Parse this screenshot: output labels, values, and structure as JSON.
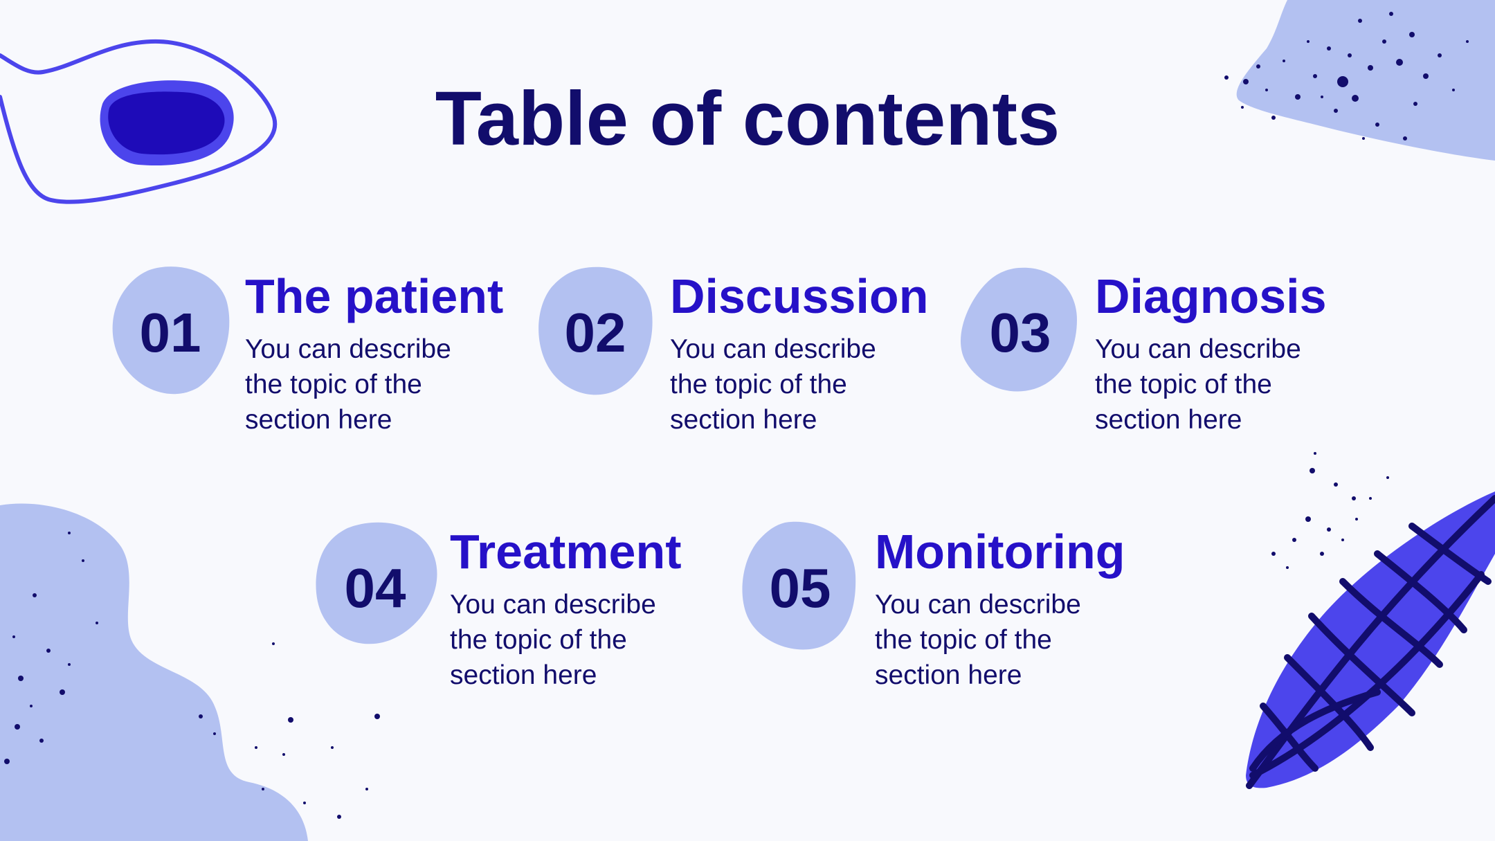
{
  "slide": {
    "title": "Table of contents"
  },
  "sections": [
    {
      "number": "01",
      "title": "The patient",
      "description": "You can describe the topic of the section here"
    },
    {
      "number": "02",
      "title": "Discussion",
      "description": "You can describe the topic of the section here"
    },
    {
      "number": "03",
      "title": "Diagnosis",
      "description": "You can describe the topic of the section here"
    },
    {
      "number": "04",
      "title": "Treatment",
      "description": "You can describe the topic of the section here"
    },
    {
      "number": "05",
      "title": "Monitoring",
      "description": "You can describe the topic of the section here"
    }
  ],
  "colors": {
    "background": "#f8f9fd",
    "title": "#120d6c",
    "accent": "#2611c8",
    "badge": "#b3c1f1",
    "shape_blue": "#4c45ec",
    "shape_dark": "#1e0bb8"
  }
}
